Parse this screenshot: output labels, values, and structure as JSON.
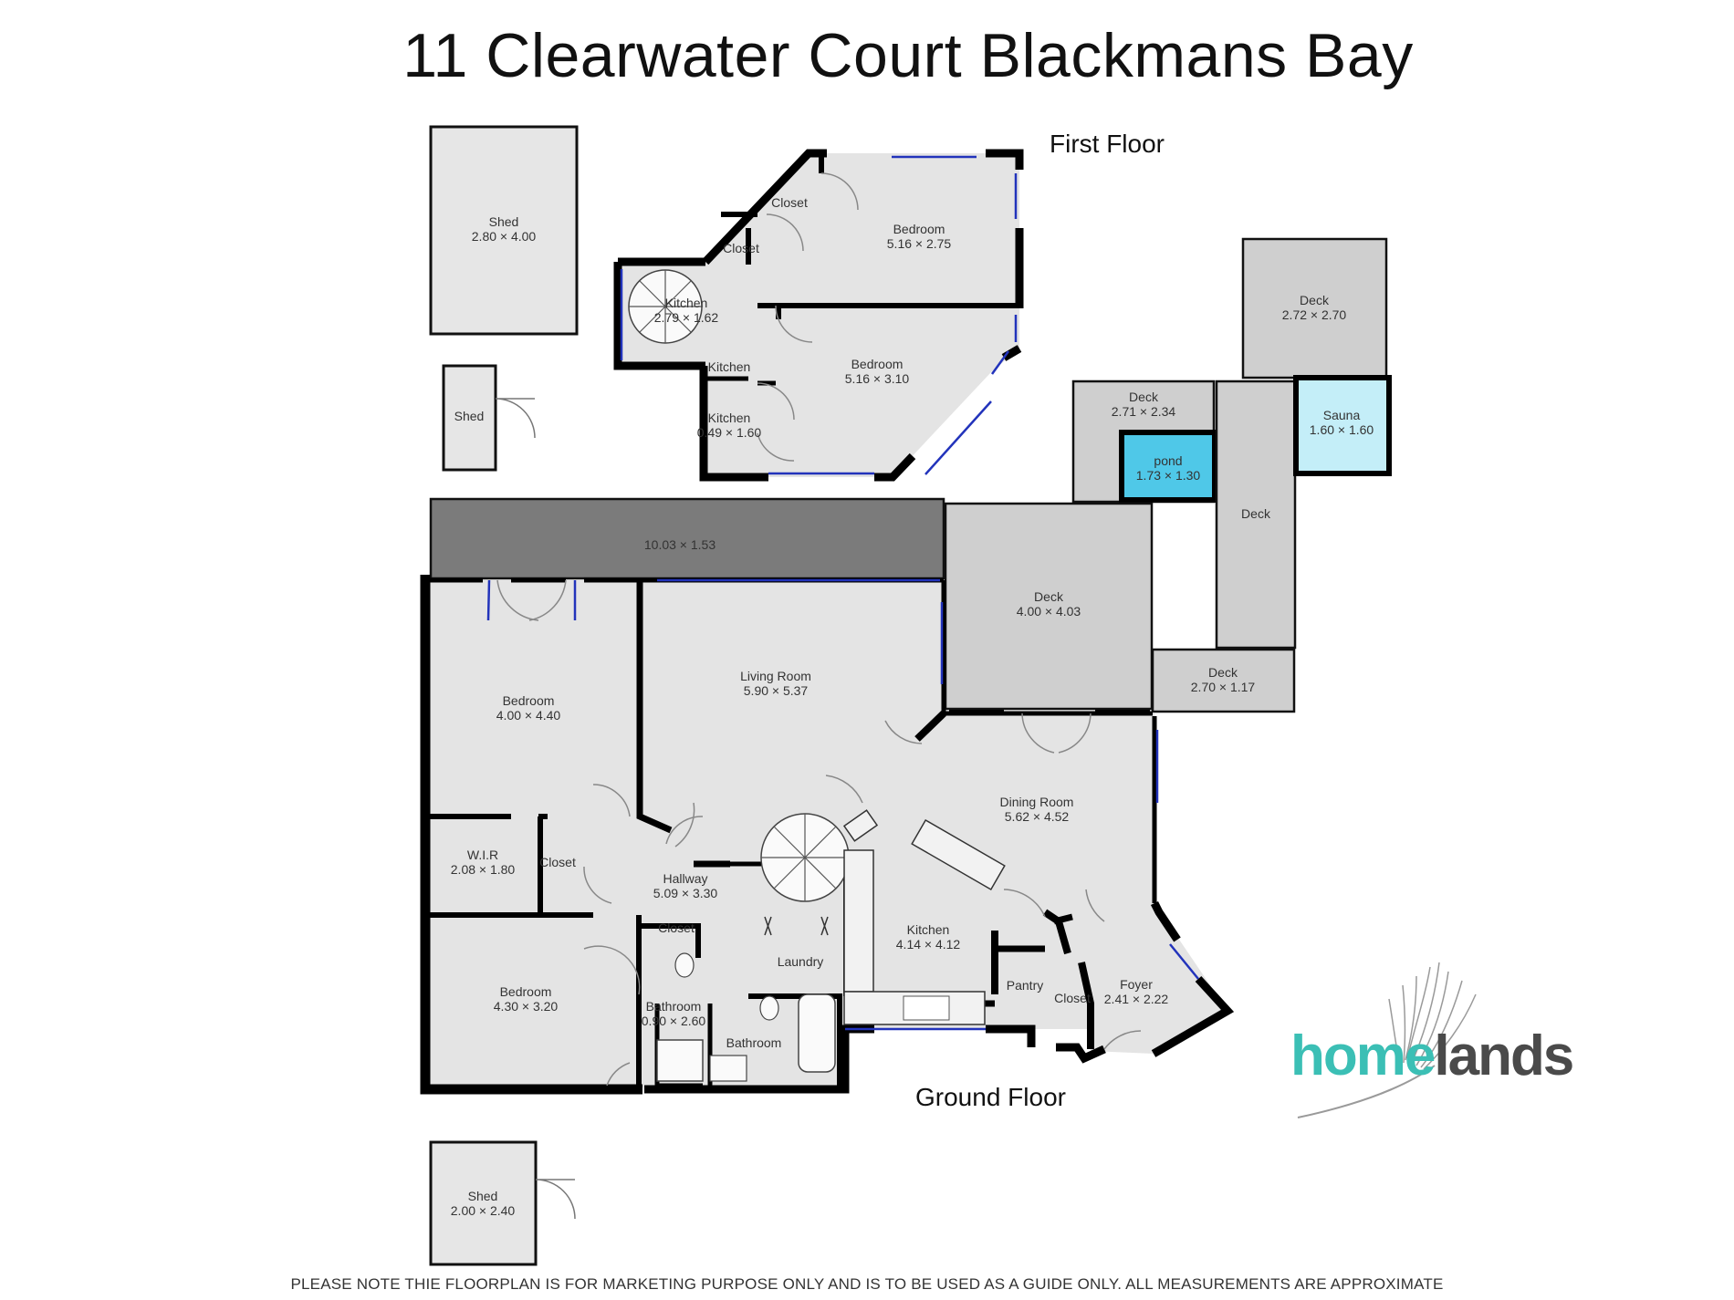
{
  "title": "11 Clearwater Court Blackmans Bay",
  "floors": {
    "first": "First Floor",
    "ground": "Ground Floor"
  },
  "rooms": {
    "shed_top": {
      "name": "Shed",
      "dim": "2.80 × 4.00"
    },
    "shed_small": {
      "name": "Shed"
    },
    "shed_bottom": {
      "name": "Shed",
      "dim": "2.00 × 2.40"
    },
    "ff_closet_a": {
      "name": "Closet"
    },
    "ff_closet_b": {
      "name": "Closet"
    },
    "ff_bedroom_1": {
      "name": "Bedroom",
      "dim": "5.16 × 2.75"
    },
    "ff_bedroom_2": {
      "name": "Bedroom",
      "dim": "5.16 × 3.10"
    },
    "ff_kitchen_1": {
      "name": "Kitchen",
      "dim": "2.79 × 1.62"
    },
    "ff_kitchen_2": {
      "name": "Kitchen"
    },
    "ff_kitchen_3": {
      "name": "Kitchen",
      "dim": "0.49 × 1.60"
    },
    "deck_a": {
      "name": "Deck",
      "dim": "2.72 × 2.70"
    },
    "deck_b": {
      "name": "Deck",
      "dim": "2.71 × 2.34"
    },
    "pond": {
      "name": "pond",
      "dim": "1.73 × 1.30"
    },
    "sauna": {
      "name": "Sauna",
      "dim": "1.60 × 1.60"
    },
    "deck_c": {
      "name": "Deck"
    },
    "deck_d": {
      "name": "Deck",
      "dim": "4.00 × 4.03"
    },
    "deck_e": {
      "name": "Deck",
      "dim": "2.70 × 1.17"
    },
    "veranda": {
      "dim": "10.03 × 1.53"
    },
    "bedroom_a": {
      "name": "Bedroom",
      "dim": "4.00 × 4.40"
    },
    "living": {
      "name": "Living Room",
      "dim": "5.90 × 5.37"
    },
    "dining": {
      "name": "Dining Room",
      "dim": "5.62 × 4.52"
    },
    "wir": {
      "name": "W.I.R",
      "dim": "2.08 × 1.80"
    },
    "closet_g1": {
      "name": "Closet"
    },
    "hallway": {
      "name": "Hallway",
      "dim": "5.09 × 3.30"
    },
    "closet_g2": {
      "name": "Closet"
    },
    "laundry": {
      "name": "Laundry"
    },
    "kitchen": {
      "name": "Kitchen",
      "dim": "4.14 × 4.12"
    },
    "bedroom_b": {
      "name": "Bedroom",
      "dim": "4.30 × 3.20"
    },
    "bathroom_small": {
      "name": "Bathroom",
      "dim": "0.90 × 2.60"
    },
    "bathroom": {
      "name": "Bathroom"
    },
    "pantry": {
      "name": "Pantry"
    },
    "closet_g3": {
      "name": "Closet"
    },
    "foyer": {
      "name": "Foyer",
      "dim": "2.41 × 2.22"
    }
  },
  "logo": {
    "part1": "home",
    "part2": "lands"
  },
  "disclaimer": "PLEASE NOTE THIE FLOORPLAN IS FOR MARKETING PURPOSE ONLY AND IS TO BE USED AS A GUIDE ONLY. ALL MEASUREMENTS ARE APPROXIMATE",
  "colors": {
    "floor": "#e4e4e4",
    "deck": "#cfcfcf",
    "veranda": "#7b7b7b",
    "pond": "#4fc8e8",
    "sauna": "#c4eef8",
    "wall": "#000000",
    "window": "#2233bb",
    "logo_teal": "#3bbfb5",
    "logo_gray": "#4a4a4a"
  }
}
